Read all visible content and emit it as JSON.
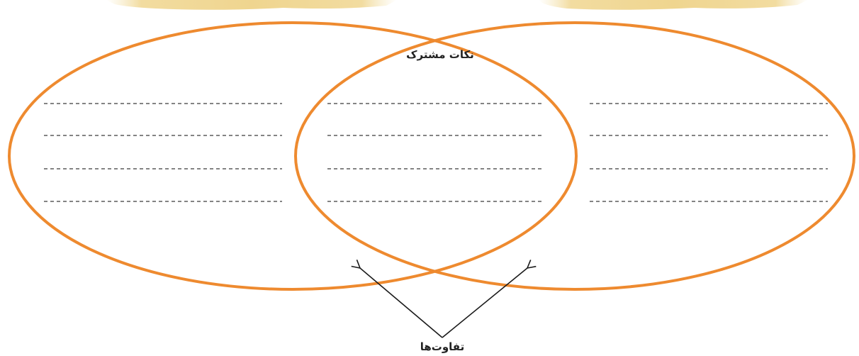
{
  "diagram": {
    "type": "venn",
    "common_label": "نکات مشترک",
    "differences_label": "تفاوت‌ها",
    "colors": {
      "ellipse_stroke": "#ee8a2f",
      "banner_fill": "#f2dca0",
      "banner_edge": "#e9c97a",
      "dash": "#3a3a3a",
      "arrow": "#1a1a1a"
    },
    "lines_per_region": 4,
    "regions": [
      "left-only",
      "common",
      "right-only"
    ]
  }
}
